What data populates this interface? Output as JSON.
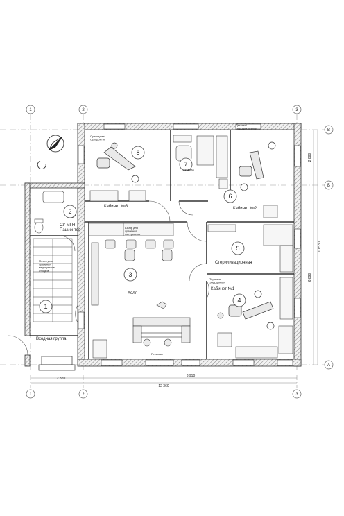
{
  "axes": {
    "cols": [
      "1",
      "2",
      "3"
    ],
    "rows": [
      "B",
      "Б",
      "A"
    ]
  },
  "dimensions": {
    "total_width": "12 360",
    "inner_width": "8 910",
    "entrance": "2 370",
    "overall_height": "10 530",
    "section_upper": "2 880",
    "section_lower": "6 890"
  },
  "rooms": [
    {
      "num": "1",
      "name": "Входная группа"
    },
    {
      "num": "2",
      "name": "СУ МГН\nПациентов"
    },
    {
      "num": "3",
      "name": "Холл"
    },
    {
      "num": "4",
      "name": "Кабинет №1",
      "note": "Терапия/\nЭндодонтия"
    },
    {
      "num": "5",
      "name": "Стерилизационная"
    },
    {
      "num": "6",
      "name": "Кабинет №2",
      "note": "Детская/\nПародонтология"
    },
    {
      "num": "7",
      "name": ""
    },
    {
      "num": "8",
      "name": "Кабинет №3",
      "note": "Ортопедия/\nОртодонтия"
    }
  ],
  "small_notes": {
    "wc_sign": "Место для\nхранения\nмедицинских\nотходов",
    "storage": "Шкаф для\nхранения\nматериалов",
    "sink_area": "Раковина",
    "reception": "Ресепшн"
  },
  "colors": {
    "wall_hatch": "#9a9a9a",
    "line": "#333333",
    "axis": "#888888"
  }
}
